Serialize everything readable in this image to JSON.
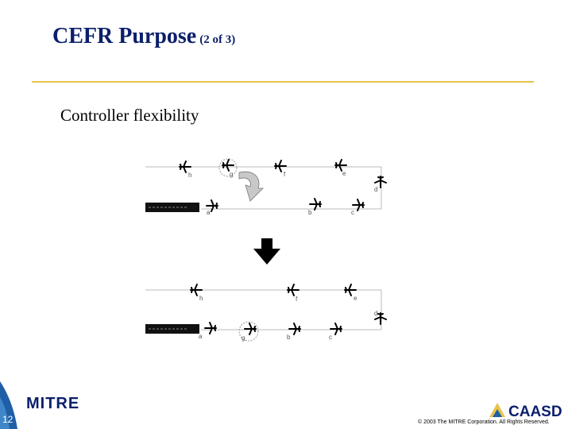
{
  "slide": {
    "title_main": "CEFR Purpose",
    "title_sub": "(2 of 3)",
    "bullet": "Controller flexibility",
    "page_number": "12",
    "logo_left": "MITRE",
    "logo_right": "CAASD",
    "copyright": "© 2003 The MITRE Corporation. All Rights Reserved."
  },
  "diagram": {
    "top_labels": {
      "h": "h",
      "g": "g",
      "f": "f",
      "e": "e",
      "d": "d",
      "a": "a",
      "b": "b",
      "c": "c"
    },
    "bottom_labels": {
      "h": "h",
      "f": "f",
      "e": "e",
      "d": "d",
      "a": "a",
      "g": "g",
      "b": "b",
      "c": "c"
    }
  },
  "colors": {
    "title": "#0b1f6b",
    "rule": "#e8c34a",
    "accent": "#1f5fa8"
  }
}
